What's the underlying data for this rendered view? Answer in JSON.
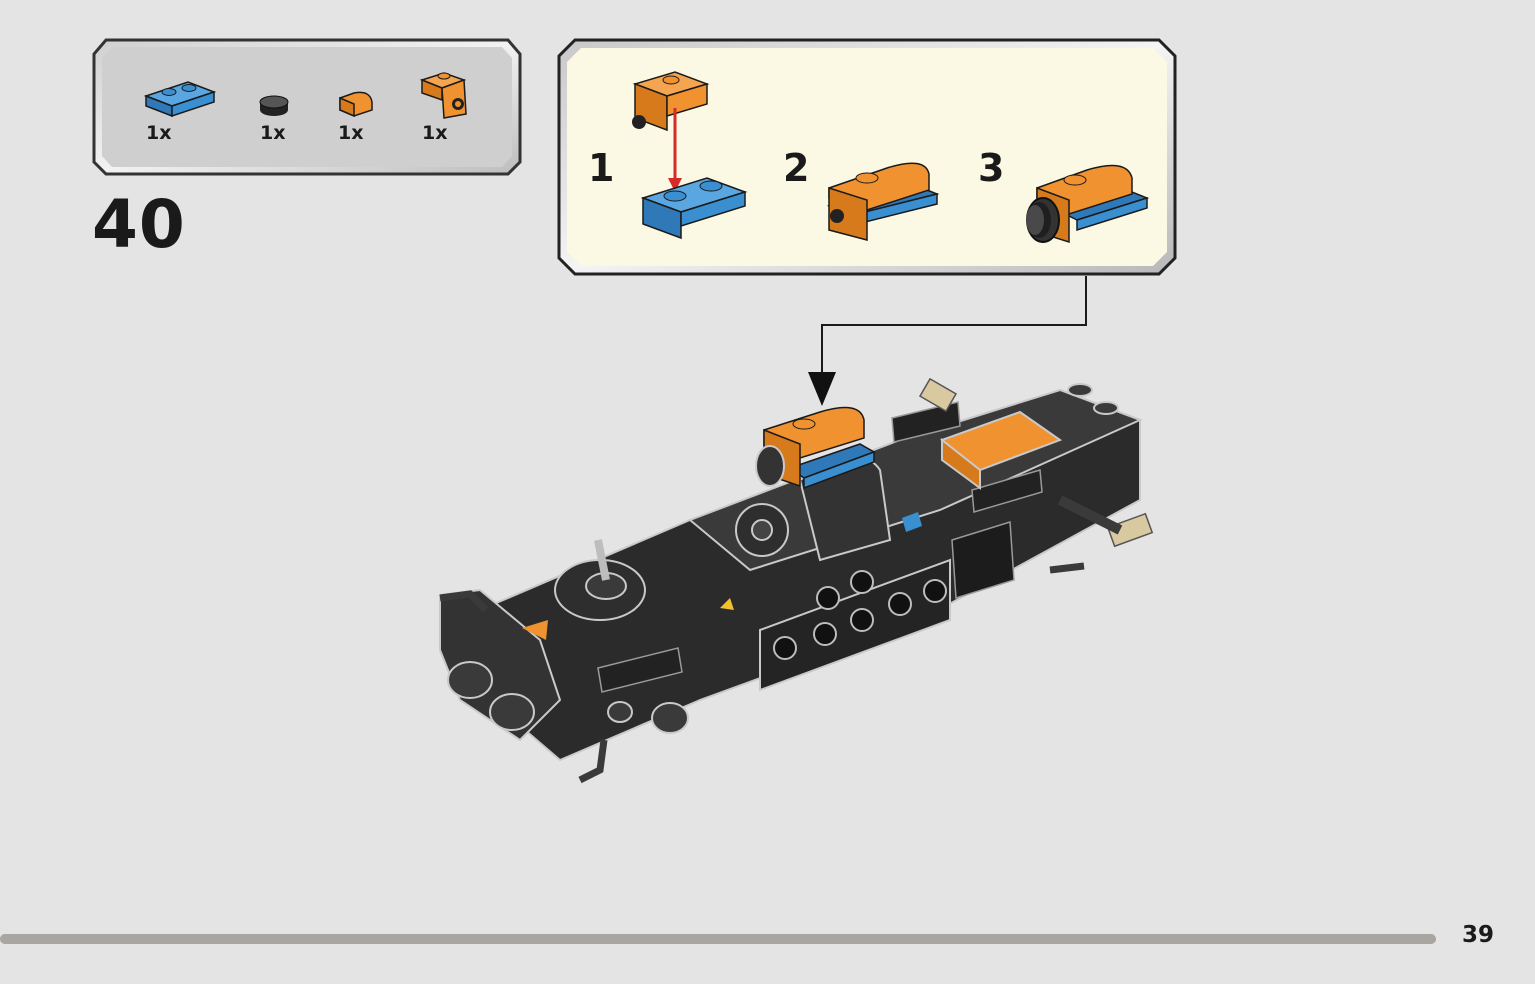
{
  "parts_list": {
    "items": [
      {
        "name": "blue-plate-1x2",
        "qty": "1x",
        "color": "#3a8fd1"
      },
      {
        "name": "black-round-tile-1x1",
        "qty": "1x",
        "color": "#2e2e2e"
      },
      {
        "name": "orange-curved-slope-1x1",
        "qty": "1x",
        "color": "#f0922f"
      },
      {
        "name": "orange-bracket-1x1",
        "qty": "1x",
        "color": "#f0922f"
      }
    ]
  },
  "step": {
    "number": "40"
  },
  "sub_assembly": {
    "background": "#fbf8e3",
    "steps": [
      {
        "label": "1"
      },
      {
        "label": "2"
      },
      {
        "label": "3"
      }
    ]
  },
  "colors": {
    "page_bg": "#e4e4e4",
    "orange": "#f0922f",
    "blue": "#3a8fd1",
    "black_brick": "#2b2b2b",
    "arrow_red": "#d62a2a"
  },
  "footer": {
    "page_number": "39",
    "progress": 1.0
  }
}
